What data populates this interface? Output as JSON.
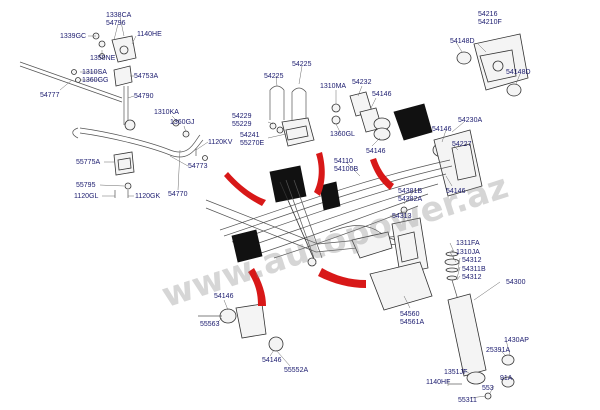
{
  "watermark": "www.autopower.az",
  "labels": {
    "l1338CA": "1338CA",
    "l54796": "54796",
    "l1339GC": "1339GC",
    "l1140HE": "1140HE",
    "l1350NE": "1350NE",
    "l1310SA": "1310SA",
    "l54753A": "54753A",
    "l1360GG": "1360GG",
    "l54790": "54790",
    "l54777": "54777",
    "l1310KA": "1310KA",
    "l1360GJ": "1360GJ",
    "l1120KV": "1120KV",
    "l55775A": "55775A",
    "l54773": "54773",
    "l55795": "55795",
    "l1120GL": "1120GL",
    "l1120GK": "1120GK",
    "l54770": "54770",
    "l54225a": "54225",
    "l54225b": "54225",
    "l54229": "54229",
    "l55229": "55229",
    "l54241": "54241",
    "l55270E": "55270E",
    "l1310MA": "1310MA",
    "l54232": "54232",
    "l54146a": "54146",
    "l1360GL": "1360GL",
    "l54146b": "54146",
    "l54110": "54110",
    "l54100B": "54100B",
    "l54216": "54216",
    "l54210F": "54210F",
    "l54148Da": "54148D",
    "l54148Db": "54148D",
    "l54230A": "54230A",
    "l54146c": "54146",
    "l54227": "54227",
    "l54146d": "54146",
    "l54381B": "54381B",
    "l54382A": "54382A",
    "l54313": "54313",
    "l1311FA": "1311FA",
    "l1310JA": "1310JA",
    "l54312a": "54312",
    "l54311B": "54311B",
    "l54312b": "54312",
    "l54300": "54300",
    "l54560": "54560",
    "l54561A": "54561A",
    "l54146e": "54146",
    "l55563": "55563",
    "l54146f": "54146",
    "l55552A": "55552A",
    "l1430AP": "1430AP",
    "l25391A": "25391A",
    "l1351JF": "1351JF",
    "l1140HF": "1140HF",
    "l553": "553",
    "l91A": "91A",
    "l55311": "55311"
  }
}
